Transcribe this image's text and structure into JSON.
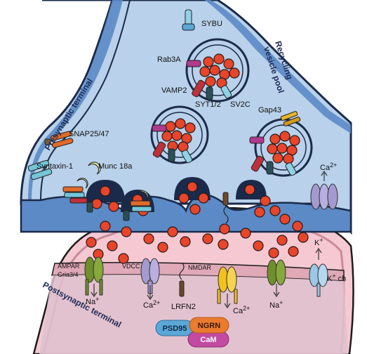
{
  "regions": {
    "presynaptic": "Presynaptic terminal",
    "postsynaptic": "Postsynaptic terminal",
    "recycling_line1": "Recycling",
    "recycling_line2": "vesicle pool"
  },
  "proteins": {
    "sybu": "SYBU",
    "rab3a": "Rab3A",
    "vamp2": "VAMP2",
    "syt12": "SYT1/2",
    "sv2c": "SV2C",
    "gap43": "Gap43",
    "snap2547": "SNAP25/47",
    "syntaxin1": "Syntaxin-1",
    "munc18a": "Munc 18a"
  },
  "channels": {
    "ca_pre": "Ca",
    "ca_pre_sup": "2+",
    "k": "K",
    "k_sup": "+",
    "k_ch": "K",
    "k_ch_sup": "+",
    "k_ch_suffix": "ch",
    "ampar": "AMPAR",
    "gria34": "Gria3/4",
    "na1": "Na",
    "na1_sup": "+",
    "vdcc": "VDCC",
    "ca_vdcc": "Ca",
    "ca_vdcc_sup": "2+",
    "nmdar": "NMDAR",
    "ca_nmdar": "Ca",
    "ca_nmdar_sup": "2+",
    "na2": "Na",
    "na2_sup": "+",
    "lrfn2": "LRFN2"
  },
  "pills": {
    "psd95": "PSD95",
    "ngrn": "NGRN",
    "cam": "CaM"
  },
  "colors": {
    "presynaptic_fill": "#b9d1ea",
    "presynaptic_outline": "#1b2a4a",
    "membrane_blue": "#5b8ac6",
    "postsynaptic_fill": "#f6c9d2",
    "postsynaptic_inner": "#e8b7c2",
    "vesicle_red": "#e8452a",
    "psd95_pill": "#5aa7d8",
    "ngrn_pill": "#ea7b2f",
    "cam_pill": "#c24aa0",
    "ampar_green": "#6f8f2a",
    "vdcc_lilac": "#a49ad0",
    "nmdar_yellow": "#f2c21c",
    "kch_blue": "#9cc7e6"
  }
}
